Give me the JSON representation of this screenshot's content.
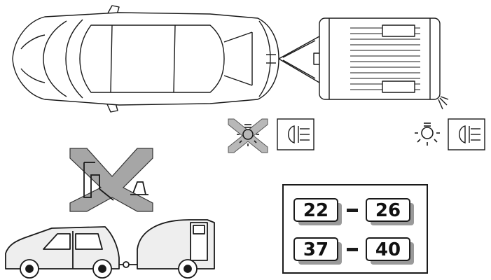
{
  "fuse_panel": {
    "pairs": [
      {
        "from": "22",
        "to": "26"
      },
      {
        "from": "37",
        "to": "40"
      }
    ]
  },
  "icons": {
    "car_with_trailer_top": "car-trailer-top-view-icon",
    "bulb_crossed": "bulb-crossed-out-icon",
    "fog_lamp_1": "rear-fog-lamp-icon",
    "bulb_lit": "bulb-lit-icon",
    "fog_lamp_2": "rear-fog-lamp-icon",
    "towbar_crossed": "towbar-crossed-out-icon",
    "car_towing_caravan": "car-towing-caravan-icon"
  },
  "colors": {
    "line": "#1a1a1a",
    "cross_fill": "#a6a6a6",
    "shadow": "#9a9a9a",
    "car_body": "#ffffff",
    "side_car_fill": "#eeeeee"
  }
}
